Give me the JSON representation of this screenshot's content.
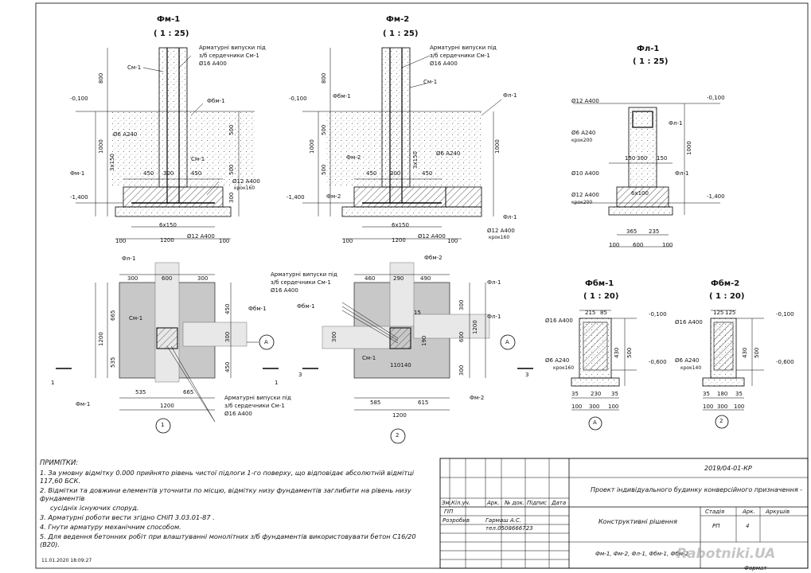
{
  "drawings": {
    "fm1": {
      "title": "Фм-1",
      "scale": "( 1 : 25)"
    },
    "fm2": {
      "title": "Фм-2",
      "scale": "( 1 : 25)"
    },
    "fl1": {
      "title": "Фл-1",
      "scale": "( 1 : 25)"
    },
    "fbm1": {
      "title": "Фбм-1",
      "scale": "( 1 : 20)"
    },
    "fbm2": {
      "title": "Фбм-2",
      "scale": "( 1 : 20)"
    }
  },
  "labels": {
    "rebar_outlet": "Арматурні випуски під",
    "rebar_outlet2": "з/б сердечники См-1",
    "d16": "Ø16 А400",
    "d12": "Ø12 А400",
    "d12_step": "крок160",
    "d6": "Ø6 А240",
    "d6_step": "крок200",
    "d10": "Ø10 А400",
    "d12_step200": "крок200",
    "d6_step160": "крок160",
    "d6_step140": "крок140",
    "sm1": "См-1",
    "fm1": "Фм-1",
    "fm2": "Фм-2",
    "fbm1": "Фбм-1",
    "fbm2": "Фбм-2",
    "fl1": "Фл-1",
    "lvl_m0100": "-0,100",
    "lvl_m1400": "-1,400",
    "lvl_m0600": "-0,600",
    "d800": "800",
    "d500": "500",
    "d1000": "1000",
    "d300": "300",
    "d100": "100",
    "d450": "450",
    "d3x150": "3х150",
    "d6x150": "6х150",
    "d6x100": "6х100",
    "d1200": "1200",
    "d600": "600",
    "d150": "150",
    "d365": "365",
    "d235": "235",
    "d665": "665",
    "d535": "535",
    "d460": "460",
    "d290": "290",
    "d490": "490",
    "d585": "585",
    "d615": "615",
    "d15": "15",
    "d190": "190",
    "d1040": "110140",
    "d215": "215",
    "d85": "85",
    "d125": "125",
    "d430": "430",
    "d35": "35",
    "d230": "230",
    "d180": "180",
    "axisA": "А",
    "sec1": "1",
    "sec2": "2",
    "sec3": "3",
    "circle1": "1",
    "circle2": "2",
    "circleA": "А"
  },
  "notes": {
    "heading": "ПРИМІТКИ:",
    "items": [
      "1.  За умовну відмітку 0.000 прийнято рівень чистої підлоги 1-го поверху, що відповідає абсолютній відмітці 117,60 БСК.",
      "2.  Відмітки та довжини елементів уточнити по місцю, відмітку низу фундаментів заглибити на рівень низу фундаментів",
      "     сусідніх існуючих споруд.",
      "3.  Арматурні роботи вести згідно СНіП 3.03.01-87 .",
      "4.  Гнути арматуру механічним способом.",
      "5.  Для ведення бетонних робіт при влаштуванні монолітних з/б фундаментів використовувати бетон С16/20 (В20)."
    ],
    "timestamp": "11.01.2020 18:09:27"
  },
  "titleblock": {
    "code": "2019/04-01-КР",
    "project": "Проект індивідуального будинку конверсійного призначення -",
    "section": "Конструктивні рішення",
    "sheet_title": "Фм-1, Фм-2, Фл-1, Фбм-1, Фбм-2",
    "gip": "ГІП",
    "developed": "Розробив",
    "author": "Гармаш А.С.",
    "phone": "тел.0508666723",
    "h_zm": "Зм.",
    "h_kiluch": "Кіл.уч.",
    "h_ark": "Арк.",
    "h_dok": "№ док.",
    "h_pidpys": "Підпис",
    "h_data": "Дата",
    "stage_h": "Стадія",
    "ark_h": "Арк.",
    "arkushiv_h": "Аркушів",
    "stage": "РП",
    "ark": "4",
    "format": "Формат",
    "watermark": "Rabotniki.UA"
  }
}
